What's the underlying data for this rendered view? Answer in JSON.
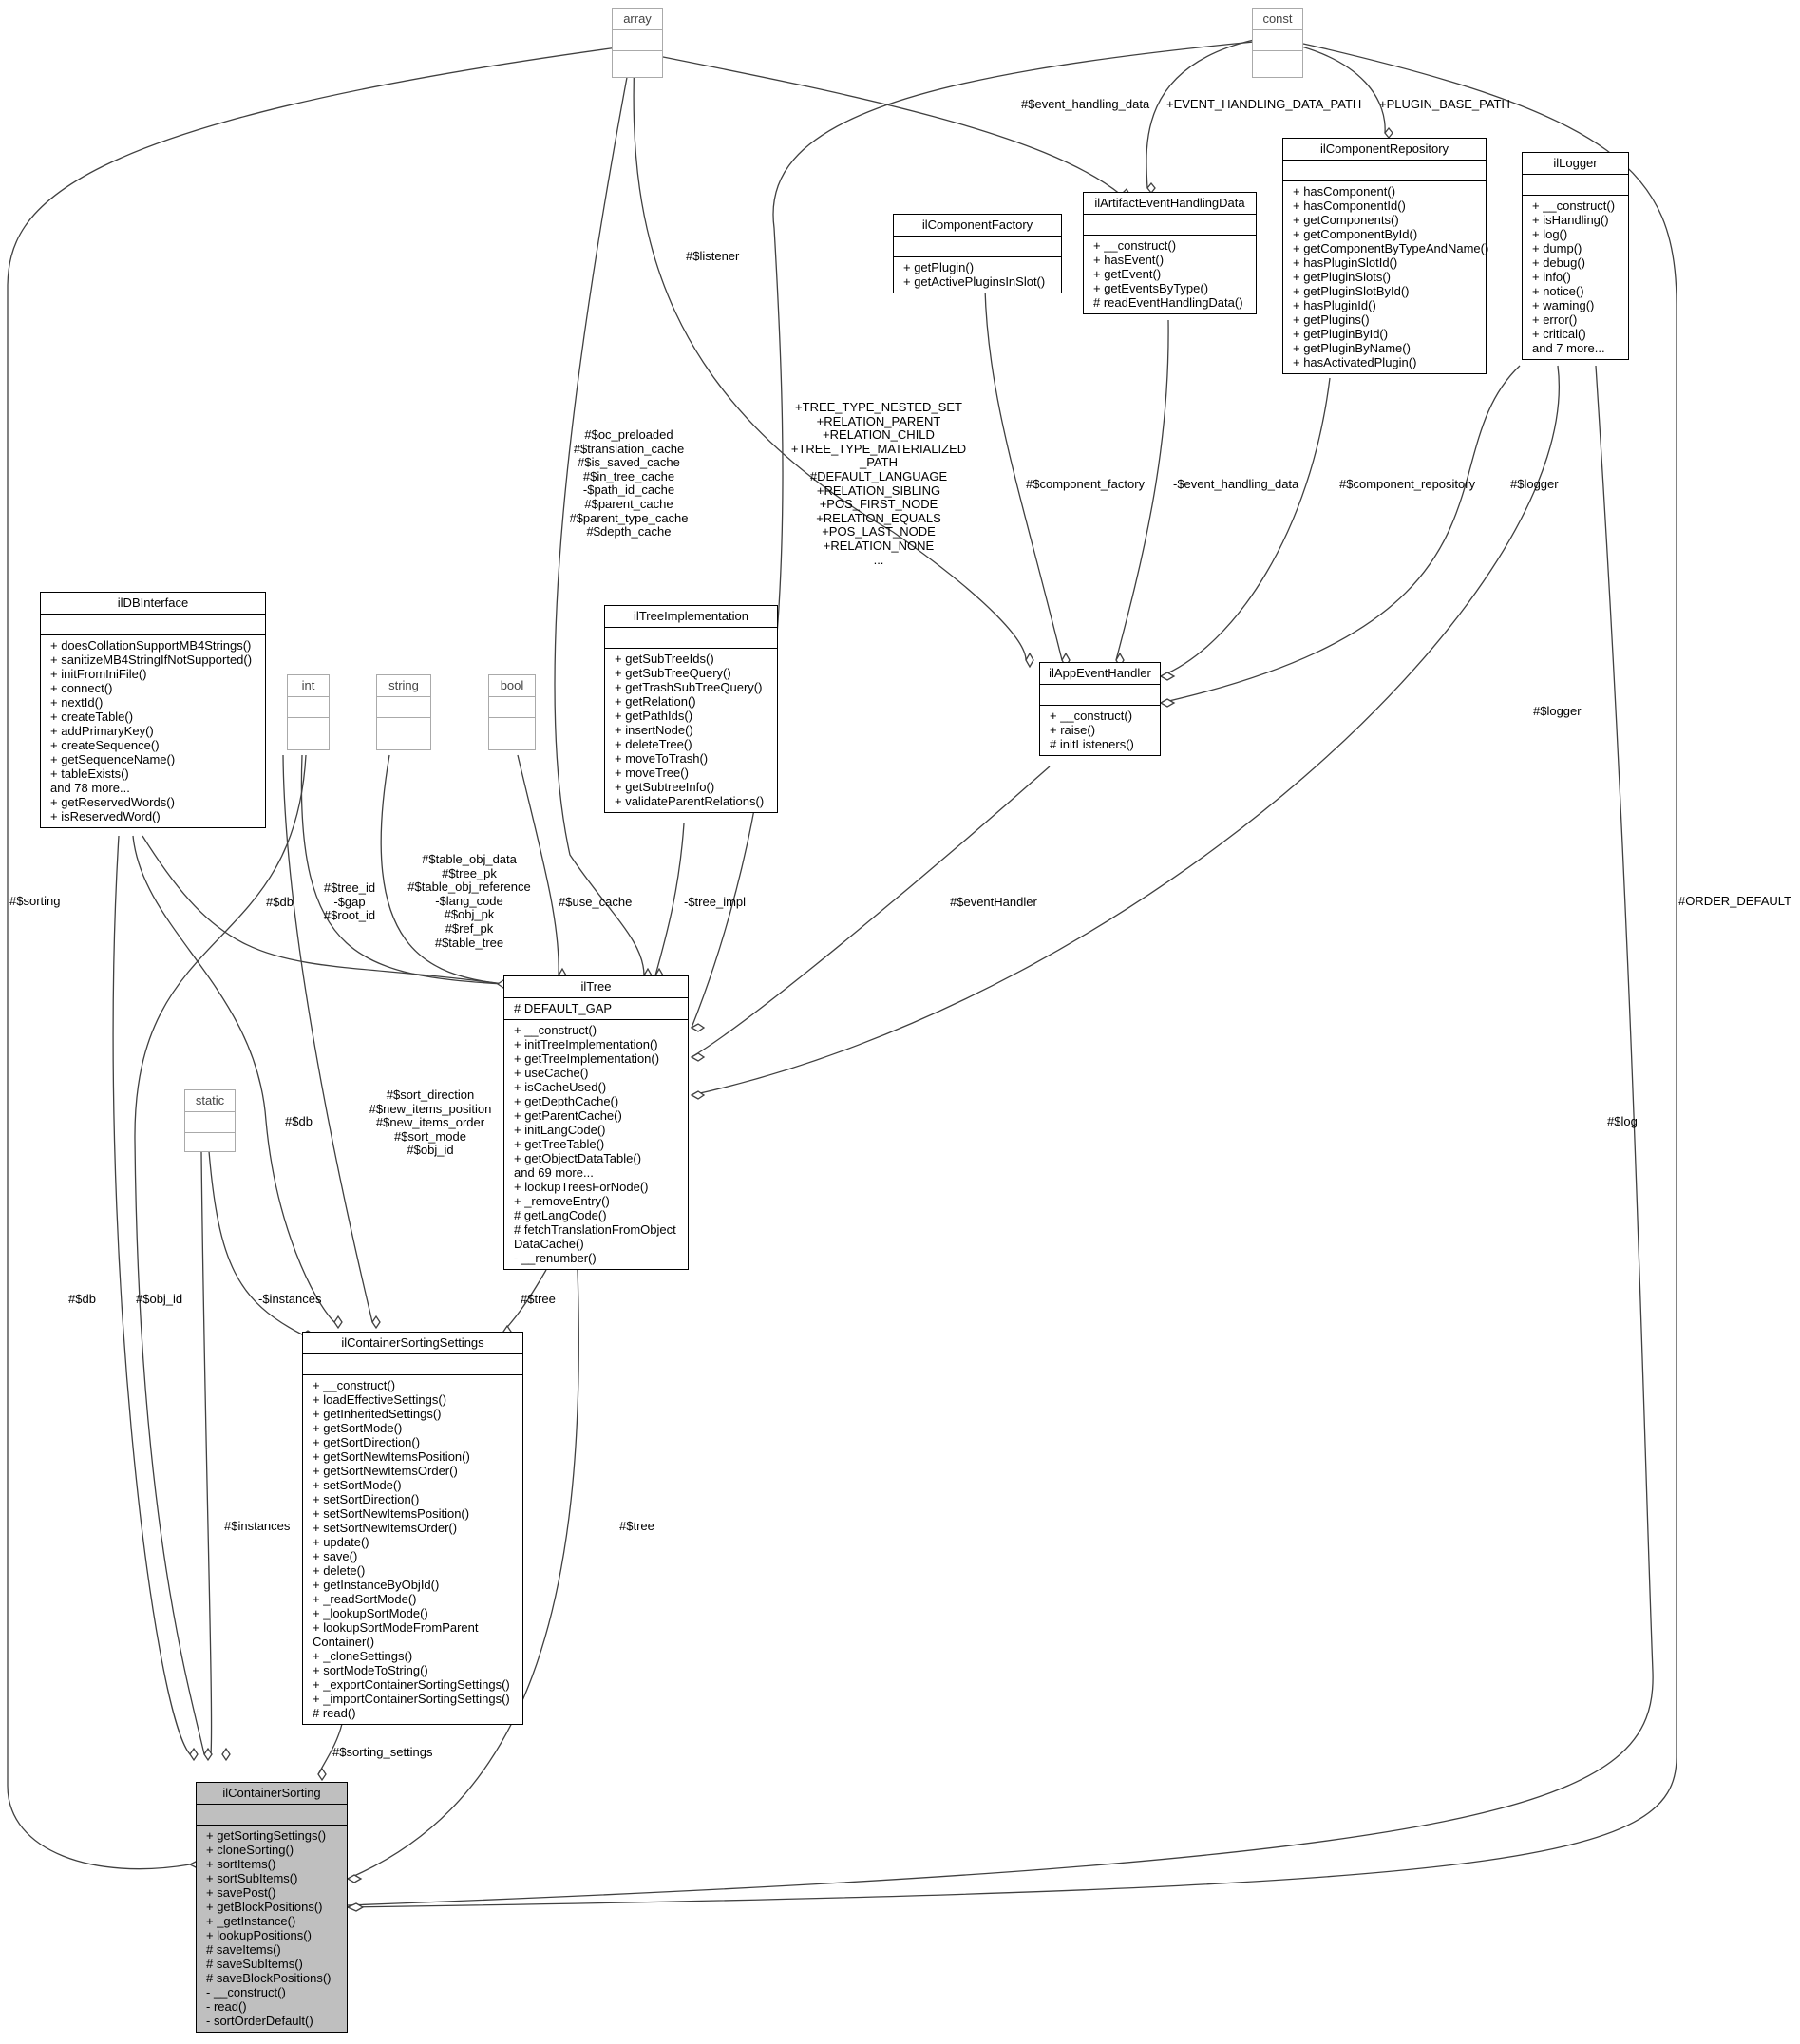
{
  "classes": {
    "array": {
      "name": "array",
      "attributes": [],
      "operations": []
    },
    "const": {
      "name": "const",
      "attributes": [],
      "operations": []
    },
    "int": {
      "name": "int",
      "attributes": [],
      "operations": []
    },
    "string": {
      "name": "string",
      "attributes": [],
      "operations": []
    },
    "bool": {
      "name": "bool",
      "attributes": [],
      "operations": []
    },
    "static": {
      "name": "static",
      "attributes": [],
      "operations": []
    },
    "ilComponentRepository": {
      "name": "ilComponentRepository",
      "attributes": [],
      "operations": [
        "+ hasComponent()",
        "+ hasComponentId()",
        "+ getComponents()",
        "+ getComponentById()",
        "+ getComponentByTypeAndName()",
        "+ hasPluginSlotId()",
        "+ getPluginSlots()",
        "+ getPluginSlotById()",
        "+ hasPluginId()",
        "+ getPlugins()",
        "+ getPluginById()",
        "+ getPluginByName()",
        "+ hasActivatedPlugin()"
      ]
    },
    "ilLogger": {
      "name": "ilLogger",
      "attributes": [],
      "operations": [
        "+ __construct()",
        "+ isHandling()",
        "+ log()",
        "+ dump()",
        "+ debug()",
        "+ info()",
        "+ notice()",
        "+ warning()",
        "+ error()",
        "+ critical()",
        "and 7 more..."
      ]
    },
    "ilComponentFactory": {
      "name": "ilComponentFactory",
      "attributes": [],
      "operations": [
        "+ getPlugin()",
        "+ getActivePluginsInSlot()"
      ]
    },
    "ilArtifactEventHandlingData": {
      "name": "ilArtifactEventHandlingData",
      "attributes": [],
      "operations": [
        "+ __construct()",
        "+ hasEvent()",
        "+ getEvent()",
        "+ getEventsByType()",
        "# readEventHandlingData()"
      ]
    },
    "ilDBInterface": {
      "name": "ilDBInterface",
      "attributes": [],
      "operations": [
        "+ doesCollationSupportMB4Strings()",
        "+ sanitizeMB4StringIfNotSupported()",
        "+ initFromIniFile()",
        "+ connect()",
        "+ nextId()",
        "+ createTable()",
        "+ addPrimaryKey()",
        "+ createSequence()",
        "+ getSequenceName()",
        "+ tableExists()",
        "and 78 more...",
        "+ getReservedWords()",
        "+ isReservedWord()"
      ]
    },
    "ilTreeImplementation": {
      "name": "ilTreeImplementation",
      "attributes": [],
      "operations": [
        "+ getSubTreeIds()",
        "+ getSubTreeQuery()",
        "+ getTrashSubTreeQuery()",
        "+ getRelation()",
        "+ getPathIds()",
        "+ insertNode()",
        "+ deleteTree()",
        "+ moveToTrash()",
        "+ moveTree()",
        "+ getSubtreeInfo()",
        "+ validateParentRelations()"
      ]
    },
    "ilAppEventHandler": {
      "name": "ilAppEventHandler",
      "attributes": [],
      "operations": [
        "+ __construct()",
        "+ raise()",
        "# initListeners()"
      ]
    },
    "ilTree": {
      "name": "ilTree",
      "attributes": [
        "# DEFAULT_GAP"
      ],
      "operations": [
        "+ __construct()",
        "+ initTreeImplementation()",
        "+ getTreeImplementation()",
        "+ useCache()",
        "+ isCacheUsed()",
        "+ getDepthCache()",
        "+ getParentCache()",
        "+ initLangCode()",
        "+ getTreeTable()",
        "+ getObjectDataTable()",
        "and 69 more...",
        "+ lookupTreesForNode()",
        "+ _removeEntry()",
        "# getLangCode()",
        "# fetchTranslationFromObject",
        "DataCache()",
        "- __renumber()"
      ]
    },
    "ilContainerSortingSettings": {
      "name": "ilContainerSortingSettings",
      "attributes": [],
      "operations": [
        "+ __construct()",
        "+ loadEffectiveSettings()",
        "+ getInheritedSettings()",
        "+ getSortMode()",
        "+ getSortDirection()",
        "+ getSortNewItemsPosition()",
        "+ getSortNewItemsOrder()",
        "+ setSortMode()",
        "+ setSortDirection()",
        "+ setSortNewItemsPosition()",
        "+ setSortNewItemsOrder()",
        "+ update()",
        "+ save()",
        "+ delete()",
        "+ getInstanceByObjId()",
        "+ _readSortMode()",
        "+ _lookupSortMode()",
        "+ lookupSortModeFromParent",
        "Container()",
        "+ _cloneSettings()",
        "+ sortModeToString()",
        "+ _exportContainerSortingSettings()",
        "+ _importContainerSortingSettings()",
        "# read()"
      ]
    },
    "ilContainerSorting": {
      "name": "ilContainerSorting",
      "attributes": [],
      "operations": [
        "+ getSortingSettings()",
        "+ cloneSorting()",
        "+ sortItems()",
        "+ sortSubItems()",
        "+ savePost()",
        "+ getBlockPositions()",
        "+ _getInstance()",
        "+ lookupPositions()",
        "# saveItems()",
        "# saveSubItems()",
        "# saveBlockPositions()",
        "- __construct()",
        "- read()",
        "- sortOrderDefault()"
      ]
    }
  },
  "edge_labels": {
    "event_handling_data_pub": "#$event_handling_data",
    "event_handling_data_path": "+EVENT_HANDLING_DATA_PATH",
    "plugin_base_path": "+PLUGIN_BASE_PATH",
    "listener": "#$listener",
    "tree_constants": [
      "+TREE_TYPE_NESTED_SET",
      "+RELATION_PARENT",
      "+RELATION_CHILD",
      "+TREE_TYPE_MATERIALIZED",
      "_PATH",
      "#DEFAULT_LANGUAGE",
      "+RELATION_SIBLING",
      "+POS_FIRST_NODE",
      "+RELATION_EQUALS",
      "+POS_LAST_NODE",
      "+RELATION_NONE",
      "..."
    ],
    "tree_arrays": [
      "#$oc_preloaded",
      "#$translation_cache",
      "#$is_saved_cache",
      "#$in_tree_cache",
      "-$path_id_cache",
      "#$parent_cache",
      "#$parent_type_cache",
      "#$depth_cache"
    ],
    "component_factory": "#$component_factory",
    "event_handling_data_priv": "-$event_handling_data",
    "component_repository": "#$component_repository",
    "logger_handler": "#$logger",
    "logger_tree": "#$logger",
    "sorting": "#$sorting",
    "order_default": "#ORDER_DEFAULT",
    "tree_ints": [
      "#$tree_id",
      "-$gap",
      "#$root_id"
    ],
    "tree_strings": [
      "#$table_obj_data",
      "#$tree_pk",
      "#$table_obj_reference",
      "-$lang_code",
      "#$obj_pk",
      "#$ref_pk",
      "#$table_tree"
    ],
    "tree_db": "#$db",
    "use_cache": "#$use_cache",
    "tree_impl": "-$tree_impl",
    "event_handler": "#$eventHandler",
    "settings_ints": [
      "#$sort_direction",
      "#$new_items_position",
      "#$new_items_order",
      "#$sort_mode",
      "#$obj_id"
    ],
    "settings_db": "#$db",
    "instances_settings": "-$instances",
    "settings_tree": "#$tree",
    "sorting_db": "#$db",
    "sorting_obj_id": "#$obj_id",
    "sorting_instances": "#$instances",
    "sorting_tree": "#$tree",
    "sorting_log": "#$log",
    "sorting_settings": "#$sorting_settings"
  }
}
